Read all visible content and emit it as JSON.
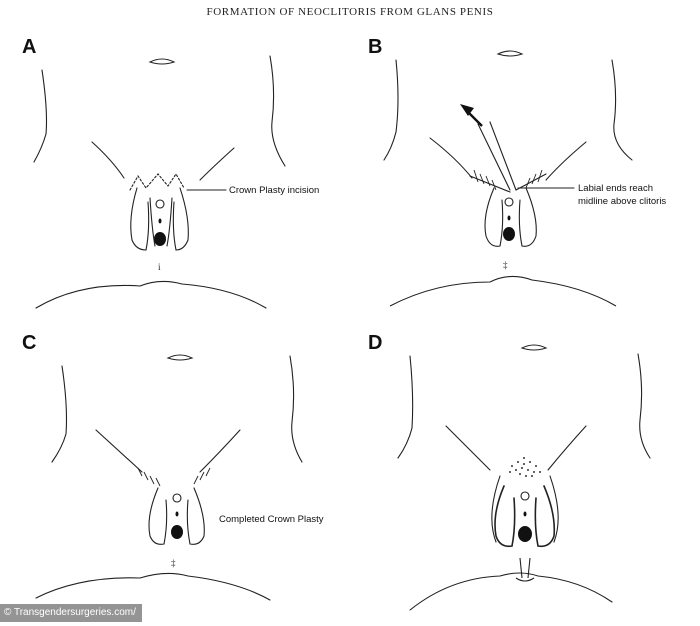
{
  "title": "FORMATION OF NEOCLITORIS FROM GLANS PENIS",
  "panels": [
    {
      "letter": "A",
      "annotation": "Crown Plasty incision"
    },
    {
      "letter": "B",
      "annotation_line1": "Labial ends reach",
      "annotation_line2": "midline above clitoris"
    },
    {
      "letter": "C",
      "annotation": "Completed Crown Plasty"
    },
    {
      "letter": "D"
    }
  ],
  "credit": "© Transgendersurgeries.com/"
}
